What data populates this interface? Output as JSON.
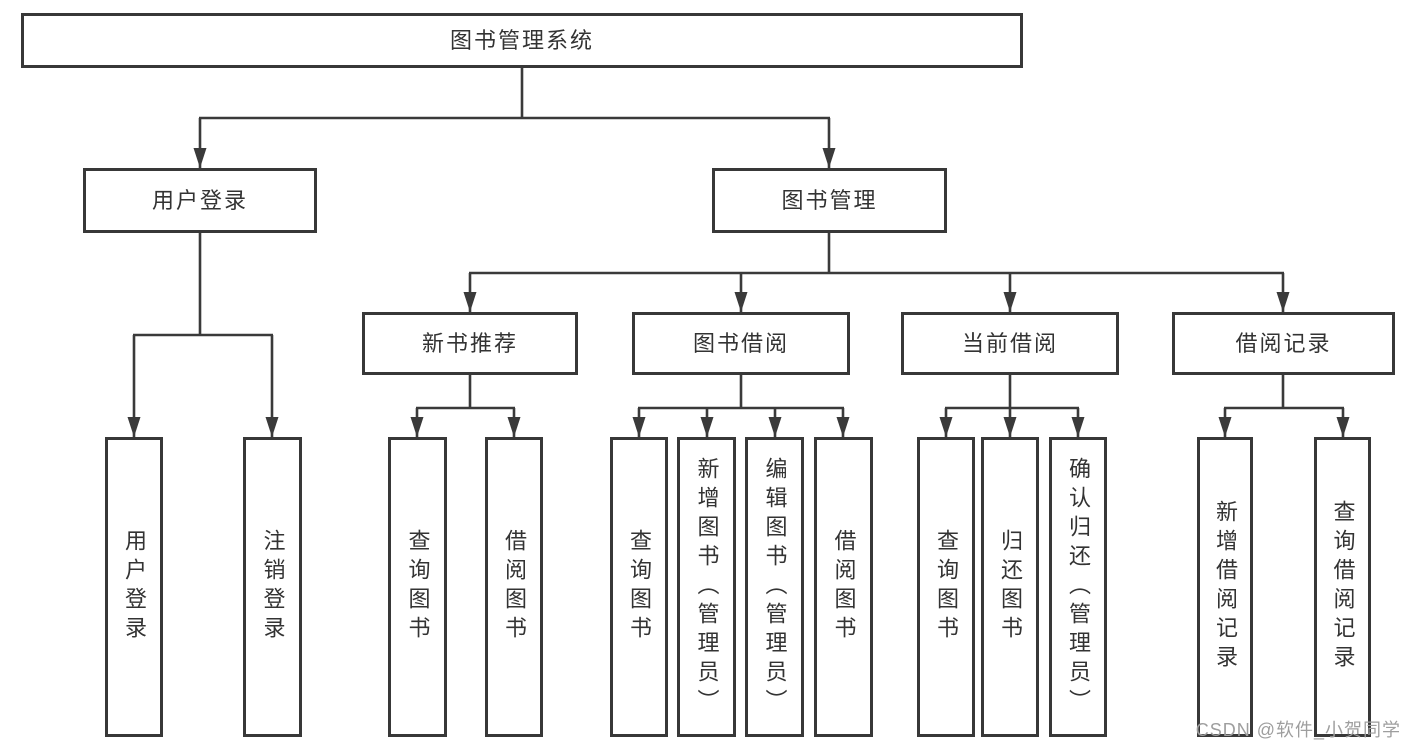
{
  "diagram": {
    "root": {
      "label": "图书管理系统"
    },
    "level2": [
      {
        "label": "用户登录"
      },
      {
        "label": "图书管理"
      }
    ],
    "level3": [
      {
        "label": "新书推荐"
      },
      {
        "label": "图书借阅"
      },
      {
        "label": "当前借阅"
      },
      {
        "label": "借阅记录"
      }
    ],
    "leaves": [
      {
        "label": "用户登录"
      },
      {
        "label": "注销登录"
      },
      {
        "label": "查询图书"
      },
      {
        "label": "借阅图书"
      },
      {
        "label": "查询图书"
      },
      {
        "label": "新增图书（管理员）"
      },
      {
        "label": "编辑图书（管理员）"
      },
      {
        "label": "借阅图书"
      },
      {
        "label": "查询图书"
      },
      {
        "label": "归还图书"
      },
      {
        "label": "确认归还（管理员）"
      },
      {
        "label": "新增借阅记录"
      },
      {
        "label": "查询借阅记录"
      }
    ],
    "watermark": "CSDN @软件_小贺同学",
    "colors": {
      "line": "#3a3a3a",
      "border": "#383838",
      "text": "#333333",
      "watermark": "#9e9e9e",
      "background": "#ffffff"
    }
  }
}
